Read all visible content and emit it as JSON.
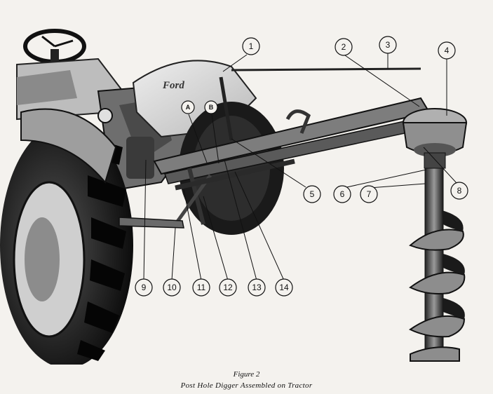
{
  "figure": {
    "brand_text": "Ford",
    "caption_title": "Figure 2",
    "caption_subtitle": "Post Hole Digger Assembled on Tractor",
    "callouts": {
      "c1": "1",
      "c2": "2",
      "c3": "3",
      "c4": "4",
      "c5": "5",
      "c6": "6",
      "c7": "7",
      "c8": "8",
      "c9": "9",
      "c10": "10",
      "c11": "11",
      "c12": "12",
      "c13": "13",
      "c14": "14",
      "cA": "A",
      "cB": "B"
    }
  }
}
